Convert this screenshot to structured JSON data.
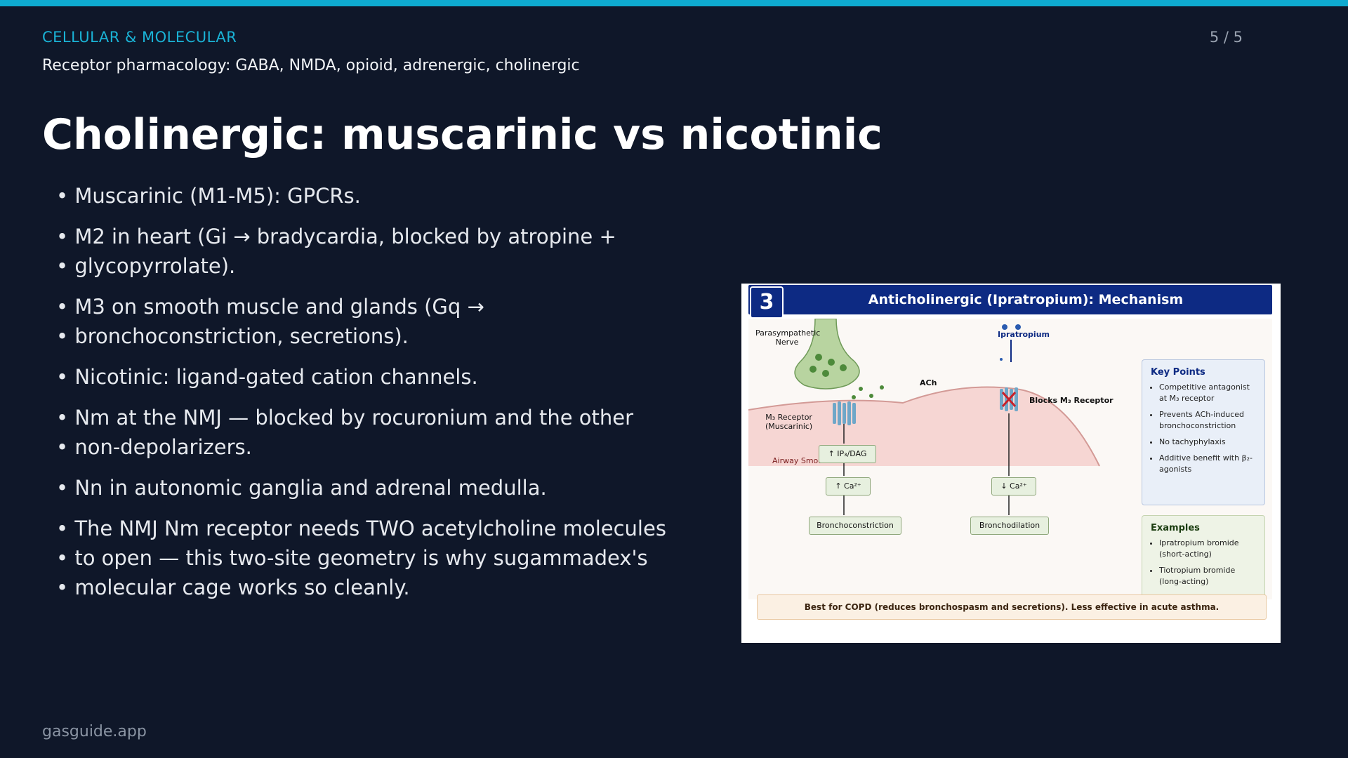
{
  "header": {
    "section_label": "CELLULAR & MOLECULAR",
    "page_counter": "5 / 5",
    "subtitle": "Receptor pharmacology: GABA, NMDA, opioid, adrenergic, cholinergic"
  },
  "slide": {
    "title": "Cholinergic: muscarinic vs nicotinic",
    "bullets": [
      [
        "Muscarinic (M1-M5): GPCRs."
      ],
      [
        "M2 in heart (Gi → bradycardia, blocked by atropine +",
        "glycopyrrolate)."
      ],
      [
        "M3 on smooth muscle and glands (Gq →",
        "bronchoconstriction, secretions)."
      ],
      [
        "Nicotinic: ligand-gated cation channels."
      ],
      [
        "Nm at the NMJ — blocked by rocuronium and the other",
        "non-depolarizers."
      ],
      [
        "Nn in autonomic ganglia and adrenal medulla."
      ],
      [
        "The NMJ Nm receptor needs TWO acetylcholine molecules",
        "to open — this two-site geometry is why sugammadex's",
        "molecular cage works so cleanly."
      ]
    ]
  },
  "figure": {
    "number": "3",
    "title": "Anticholinergic (Ipratropium): Mechanism",
    "labels": {
      "nerve_1": "Parasympathetic",
      "nerve_2": "Nerve",
      "ach": "ACh",
      "ipratropium": "Ipratropium",
      "blocks": "Blocks M₃ Receptor",
      "receptor_1": "M₃ Receptor",
      "receptor_2": "(Muscarinic)",
      "muscle": "Airway Smooth Muscle"
    },
    "pathway_left": [
      "↑ IP₃/DAG",
      "↑ Ca²⁺",
      "Bronchoconstriction"
    ],
    "pathway_right": [
      "↓ Ca²⁺",
      "Bronchodilation"
    ],
    "key_points": {
      "title": "Key Points",
      "items": [
        "Competitive antagonist at M₃ receptor",
        "Prevents ACh-induced bronchoconstriction",
        "No tachyphylaxis",
        "Additive benefit with β₂-agonists"
      ]
    },
    "examples": {
      "title": "Examples",
      "items": [
        "Ipratropium bromide (short-acting)",
        "Tiotropium bromide (long-acting)"
      ]
    },
    "note": "Best for COPD (reduces bronchospasm and secretions). Less effective in acute asthma."
  },
  "footer": {
    "site": "gasguide.app"
  },
  "colors": {
    "background": "#0f1729",
    "accent": "#0eaad0",
    "figure_header": "#0d2a83"
  }
}
